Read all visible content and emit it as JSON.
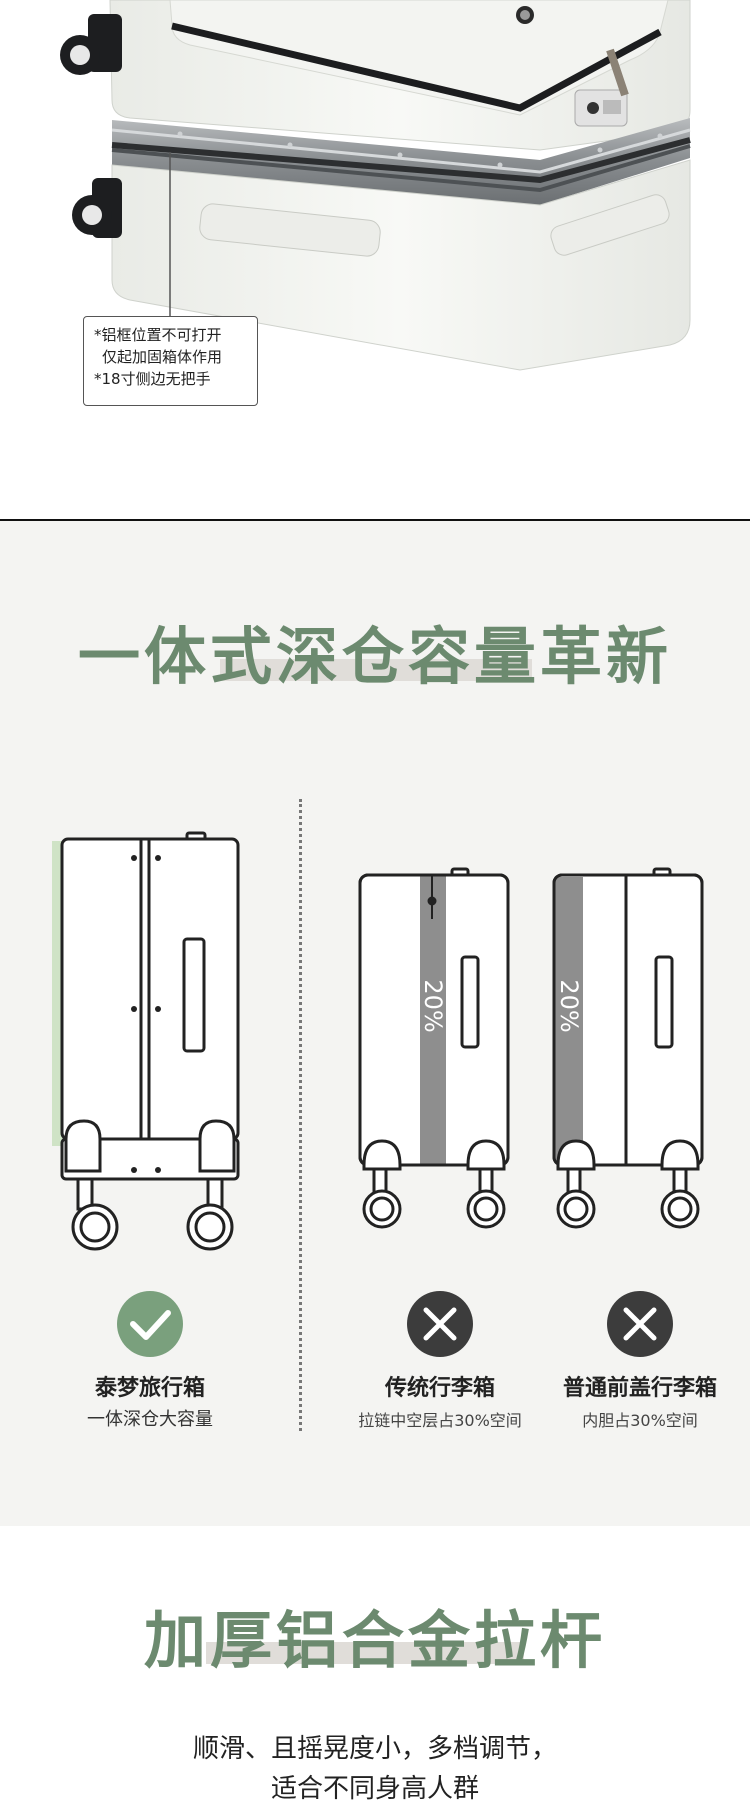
{
  "note": {
    "line1": "*铝框位置不可打开",
    "line2": "仅起加固箱体作用",
    "line3": "*18寸侧边无把手"
  },
  "compare": {
    "headline": "一体式深仓容量革新",
    "left_title": "泰梦旅行箱",
    "left_sub": "一体深仓大容量",
    "mid_label": "20%",
    "mid_title": "传统行李箱",
    "mid_sub": "拉链中空层占30%空间",
    "right_label": "20%",
    "right_title": "普通前盖行李箱",
    "right_sub": "内胆占30%空间",
    "colors": {
      "accent_green": "#6c8a6f",
      "check_green": "#7aa07d",
      "cross_dark": "#3c3c3c",
      "panel": "#f4f4f2"
    }
  },
  "handle": {
    "headline": "加厚铝合金拉杆",
    "line1": "顺滑、且摇晃度小，多档调节，",
    "line2": "适合不同身高人群"
  }
}
